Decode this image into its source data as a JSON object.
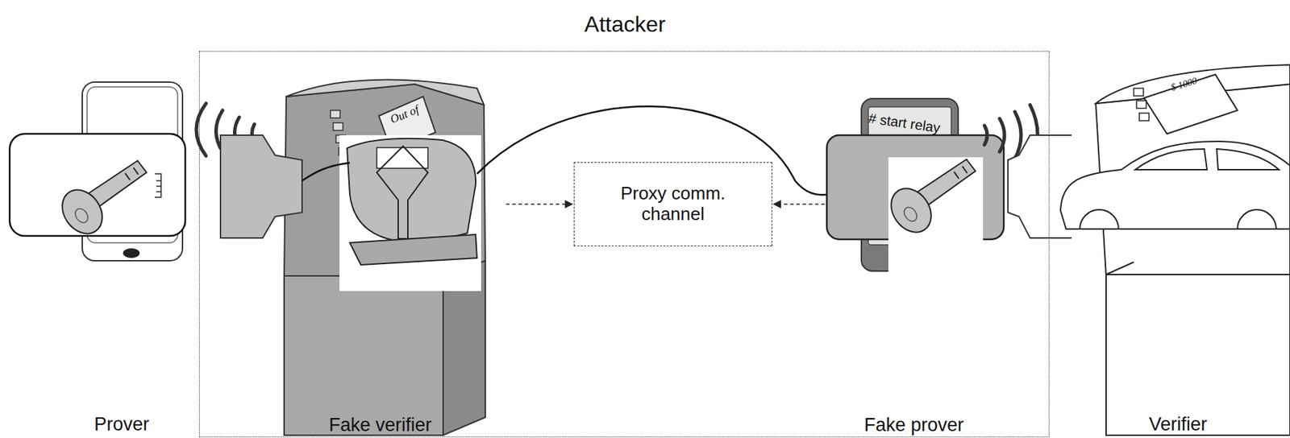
{
  "diagram": {
    "nodes": [
      {
        "text": [
          "Attacker"
        ]
      },
      {
        "text": [
          "Prover"
        ]
      },
      {
        "text": [
          "Fake verifier"
        ],
        "in": 0
      },
      {
        "text": [
          "Proxy comm. channel"
        ],
        "in": 0
      },
      {
        "text": [
          "Fake prover"
        ],
        "in": 0
      },
      {
        "text": [
          "Verifier"
        ]
      }
    ],
    "edges": [
      {
        "from": 2,
        "to": 3,
        "arrow": "to"
      },
      {
        "from": 4,
        "to": 3,
        "arrow": "to"
      }
    ],
    "labels": [
      "Out of",
      "# start relay",
      "$ 1000"
    ]
  }
}
